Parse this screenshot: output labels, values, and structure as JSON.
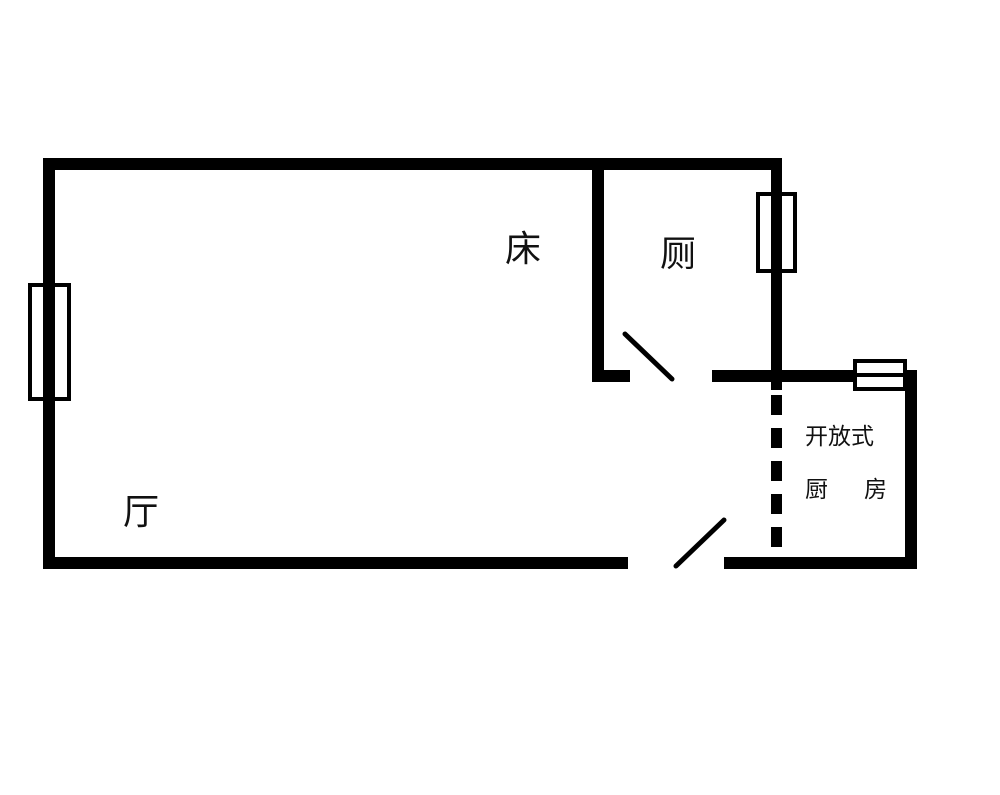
{
  "floorplan": {
    "rooms": {
      "bed": "床",
      "toilet": "厕",
      "living": "厅",
      "kitchen_line1": "开放式",
      "kitchen_word1": "厨",
      "kitchen_word2": "房"
    }
  }
}
